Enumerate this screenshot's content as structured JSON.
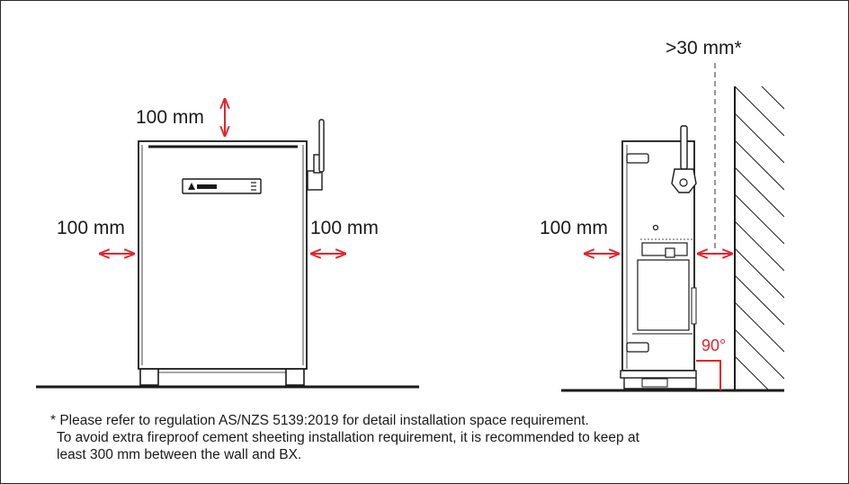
{
  "labels": {
    "top_clearance": "100 mm",
    "left_clearance": "100 mm",
    "right_clearance": "100 mm",
    "side_left_clearance": "100 mm",
    "wall_clearance": ">30 mm*",
    "floor_angle": "90°"
  },
  "note": {
    "line1": "* Please refer to regulation AS/NZS 5139:2019 for detail installation space requirement.",
    "line2": "To avoid extra fireproof cement sheeting installation requirement, it is recommended to keep at",
    "line3": "least 300 mm between the wall and BX."
  },
  "colors": {
    "arrow": "#e5242b",
    "line": "#1a1a1a",
    "frame": "#2a2a2a"
  },
  "icons": [
    "delta-logo",
    "wifi-antenna",
    "double-headed-arrow"
  ]
}
